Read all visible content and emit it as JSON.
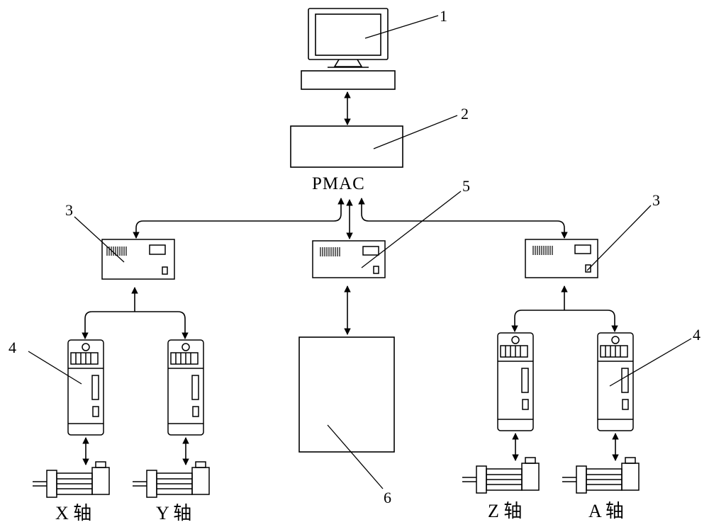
{
  "diagram": {
    "controller_label": "PMAC",
    "callouts": {
      "computer": "1",
      "pmac_card": "2",
      "left_amplifier": "3",
      "right_amplifier": "3",
      "center_amplifier": "5",
      "left_servo_driver": "4",
      "right_servo_driver": "4",
      "center_unit": "6"
    },
    "axes": {
      "x": "X 轴",
      "y": "Y 轴",
      "z": "Z 轴",
      "a": "A 轴"
    }
  }
}
